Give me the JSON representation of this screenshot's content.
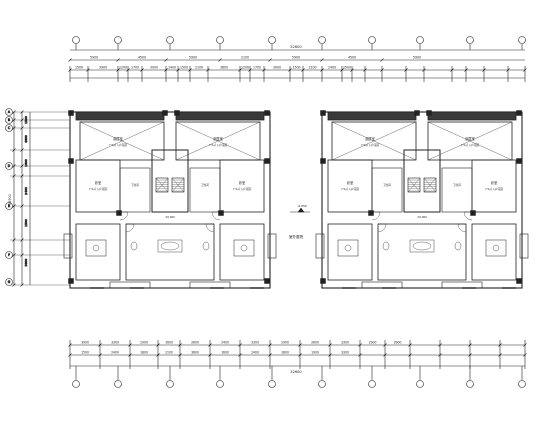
{
  "drawing": {
    "top_overall_dim": "32600",
    "bottom_overall_dim": "32600",
    "left_overall_dim": "15900",
    "top_dims": [
      "1500",
      "3900",
      "1200",
      "1700",
      "3000",
      "1400",
      "1500",
      "2100",
      "3800",
      "1200",
      "1700",
      "3000",
      "1500",
      "2100",
      "2400",
      "1500"
    ],
    "top_dims_row2": [
      "5900",
      "4500",
      "5900",
      "2100",
      "5900",
      "4500",
      "5900"
    ],
    "bottom_dims": [
      "3900",
      "3300",
      "2900",
      "1600",
      "2600",
      "2400",
      "3300",
      "2900",
      "2600",
      "3300",
      "2900",
      "3900"
    ],
    "bottom_dims_row2": [
      "1500",
      "2400",
      "1800",
      "2100",
      "3600",
      "1600",
      "2400",
      "1800",
      "1900",
      "3300"
    ],
    "left_dims": [
      "1500",
      "4800",
      "1800",
      "2400",
      "1500",
      "5800"
    ],
    "room_labels_upper": [
      "起居室",
      "起居室",
      "起居室",
      "起居室"
    ],
    "room_labels_upper_sub": [
      "7.5㎡ 入户花园",
      "7.5㎡ 入户花园",
      "7.5㎡ 入户花园",
      "7.5㎡ 入户花园"
    ],
    "room_labels_mid": [
      "卧室",
      "卧室",
      "卧室",
      "卧室"
    ],
    "room_labels_mid_sub": [
      "7.5㎡ 入户花园",
      "7.5㎡ 入户花园",
      "7.5㎡ 入户花园",
      "7.5㎡ 入户花园"
    ],
    "small_labels": [
      "卫生间",
      "卫生间",
      "卫生间",
      "卫生间"
    ],
    "center_label": "室外庭院",
    "elev_marks": [
      "±0.000",
      "±0.000"
    ],
    "axis_left": [
      "A",
      "B",
      "C",
      "D",
      "E",
      "F",
      "G"
    ],
    "elevation_tag": "-0.050"
  }
}
